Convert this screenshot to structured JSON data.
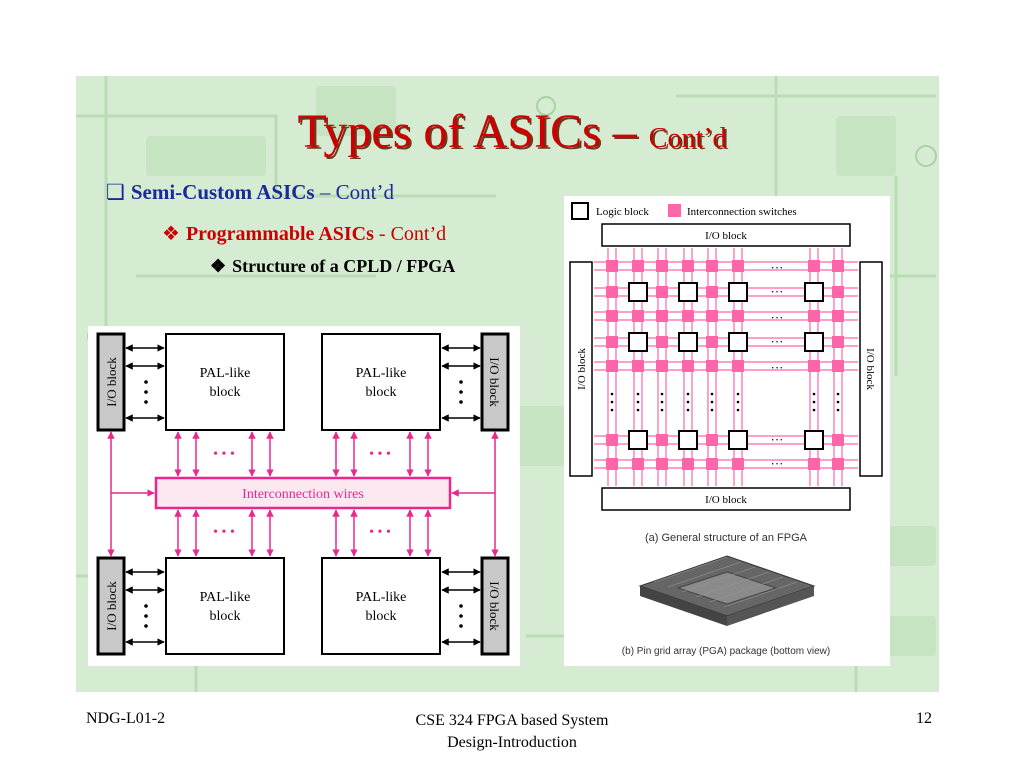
{
  "slide": {
    "title_main": "Types of ASICs – ",
    "title_sub": "Cont’d",
    "bullet1": {
      "marker": "❑",
      "lead": "Semi-Custom ASICs",
      "rest": " – Cont’d"
    },
    "bullet2": {
      "marker": "❖",
      "lead": "Programmable ASICs",
      "rest": " -  Cont’d"
    },
    "bullet3": {
      "marker": "❖",
      "lead": "Structure of a CPLD / FPGA"
    }
  },
  "cpld": {
    "pal_block_line1": "PAL-like",
    "pal_block_line2": "block",
    "io_block": "I/O block",
    "interconnect": "Interconnection wires",
    "dots": "• • •"
  },
  "fpga": {
    "legend_logic": "Logic block",
    "legend_switch": "Interconnection switches",
    "io_top": "I/O block",
    "io_bottom": "I/O block",
    "io_left": "I/O block",
    "io_right": "I/O block",
    "dots": "···",
    "caption_a": "(a) General structure of an FPGA",
    "caption_b": "(b) Pin grid array (PGA) package (bottom view)"
  },
  "footer": {
    "left": "NDG-L01-2",
    "center_line1": "CSE 324 FPGA based System",
    "center_line2": "Design-Introduction",
    "page": "12"
  },
  "colors": {
    "pink": "#ff66aa",
    "magenta": "#e8288c",
    "title_red": "#cc0000",
    "bullet_blue": "#1a2a99"
  }
}
